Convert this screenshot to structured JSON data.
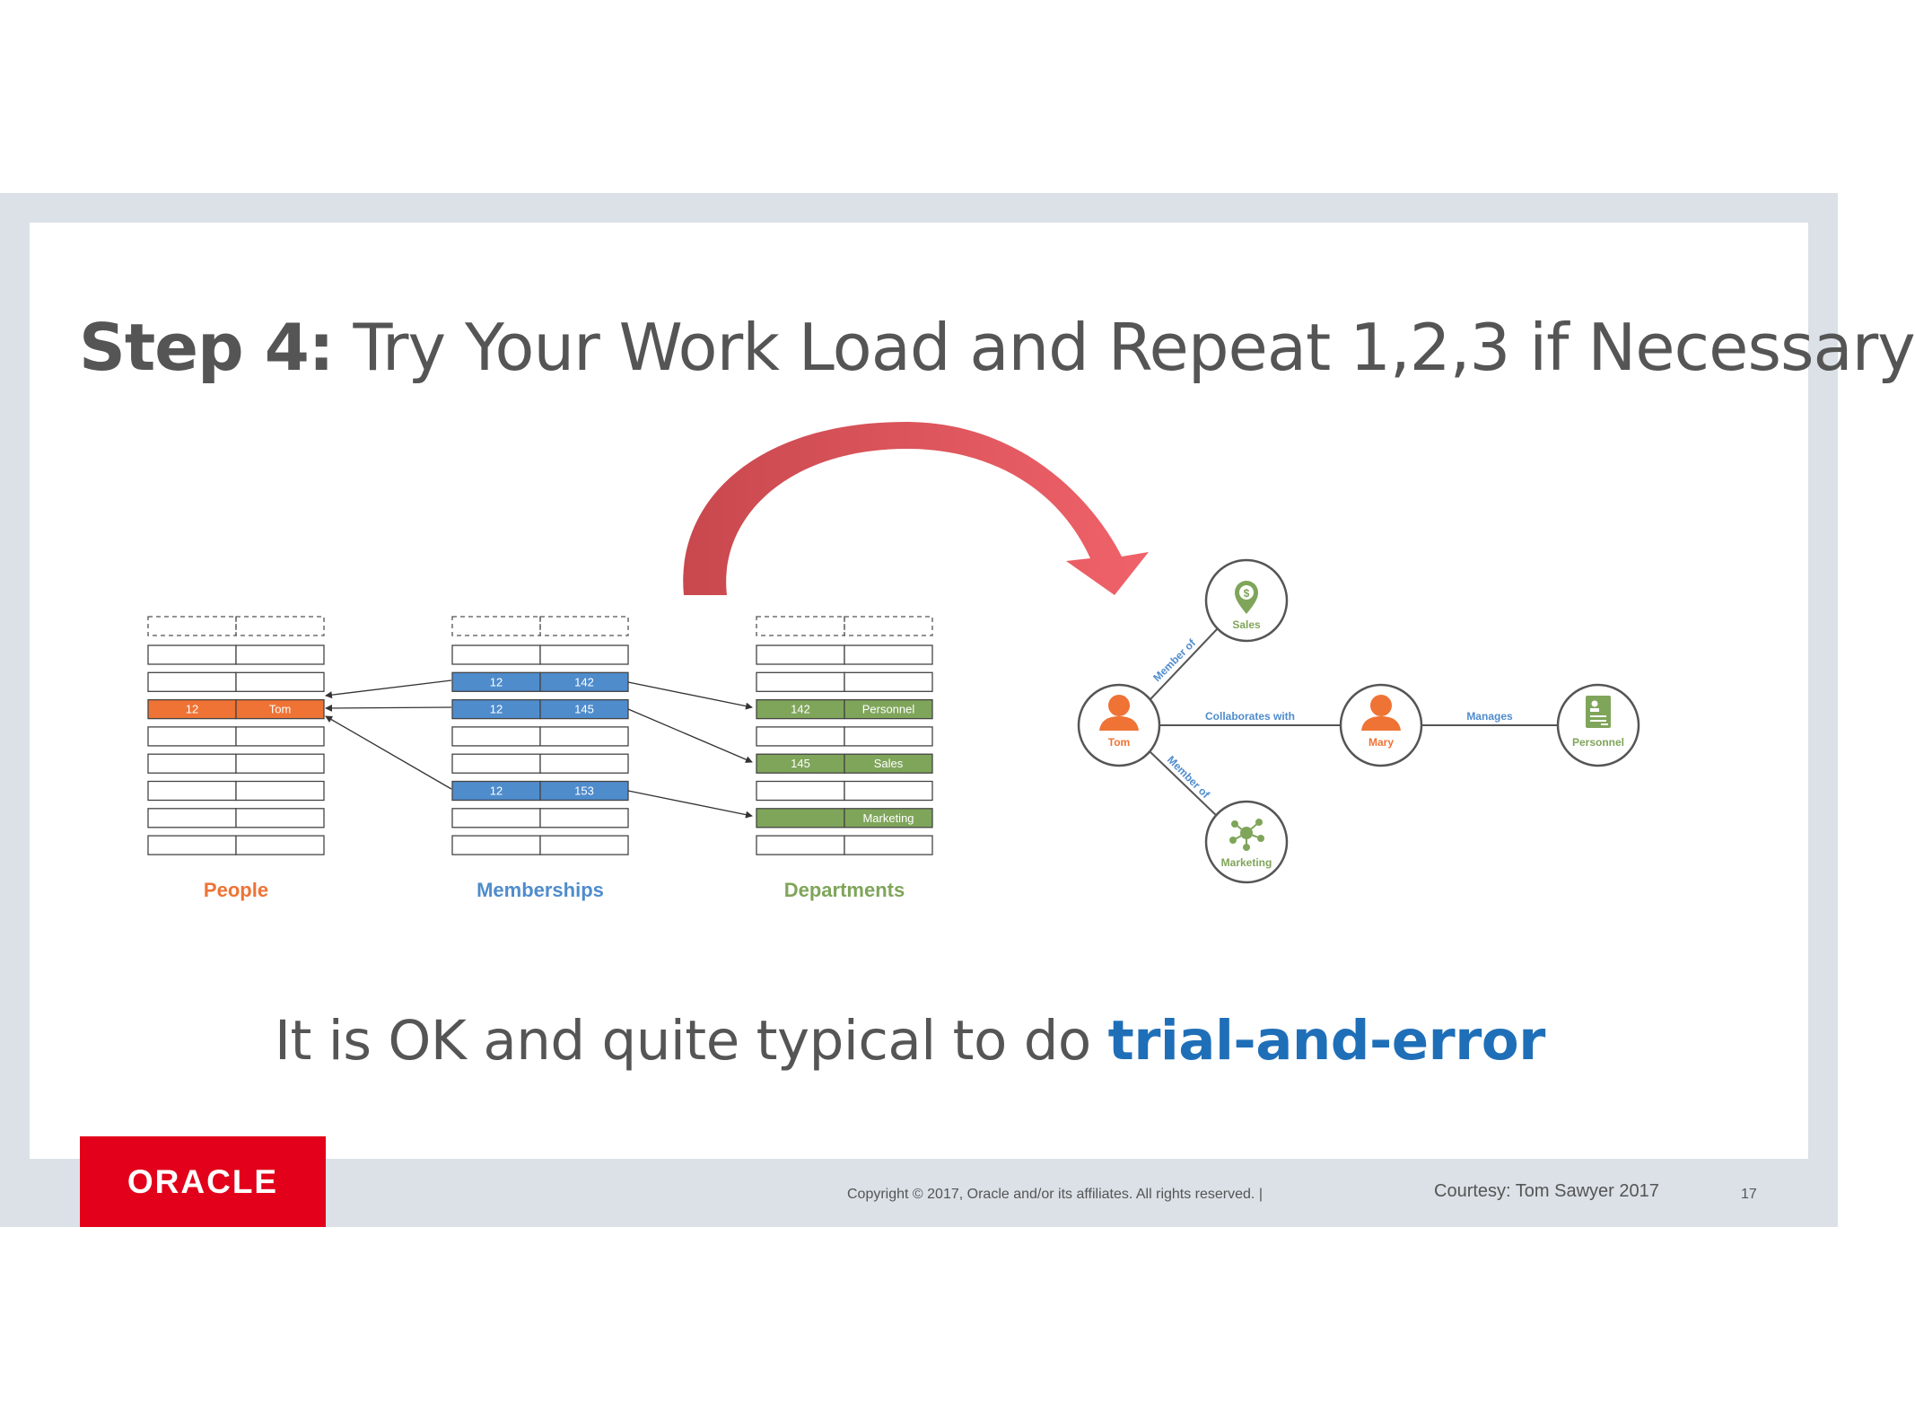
{
  "slide": {
    "title_bold": "Step 4:",
    "title_rest": "Try Your Work Load and Repeat 1,2,3 if Necessary",
    "subtitle_prefix": "It is OK and quite typical to do",
    "subtitle_highlight": "trial-and-error"
  },
  "tables": {
    "people": {
      "label": "People",
      "color": "#ee7335",
      "rows": [
        {
          "c1": "12",
          "c2": "Tom"
        }
      ]
    },
    "memberships": {
      "label": "Memberships",
      "color": "#4f8ccc",
      "rows": [
        {
          "c1": "12",
          "c2": "142"
        },
        {
          "c1": "12",
          "c2": "145"
        },
        {
          "c1": "12",
          "c2": "153"
        }
      ]
    },
    "departments": {
      "label": "Departments",
      "color": "#7fa55a",
      "rows": [
        {
          "c1": "142",
          "c2": "Personnel"
        },
        {
          "c1": "145",
          "c2": "Sales"
        },
        {
          "c1": "",
          "c2": "Marketing"
        }
      ]
    }
  },
  "graph": {
    "nodes": {
      "tom": "Tom",
      "mary": "Mary",
      "sales": "Sales",
      "marketing": "Marketing",
      "personnel": "Personnel"
    },
    "edges": {
      "member_of_sales": "Member of",
      "member_of_marketing": "Member of",
      "collaborates": "Collaborates with",
      "manages": "Manages"
    },
    "icons": {
      "person": "person-icon",
      "sales": "dollar-pin-icon",
      "marketing": "network-icon",
      "personnel": "id-card-icon"
    },
    "colors": {
      "person": "#ee7335",
      "dept": "#7fa55a",
      "edge_label": "#4f8ccc",
      "arrow": "#e0555a"
    }
  },
  "footer": {
    "logo": "ORACLE",
    "copyright": "Copyright © 2017, Oracle and/or its affiliates. All rights reserved.  |",
    "courtesy": "Courtesy: Tom Sawyer 2017",
    "page": "17"
  }
}
